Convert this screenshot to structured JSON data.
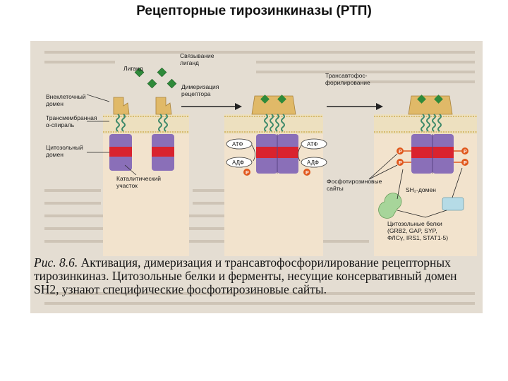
{
  "page": {
    "title": "Рецепторные тирозинкиназы (РТП)"
  },
  "figure": {
    "labels": {
      "ligand": "Лиганд",
      "ligand_binding_1": "Связывание",
      "ligand_binding_2": "лиганд",
      "dimerization_1": "Димеризация",
      "dimerization_2": "рецептора",
      "transautophos_1": "Трансавтофос-",
      "transautophos_2": "форилирование",
      "extracellular_1": "Внеклеточный",
      "extracellular_2": "домен",
      "transmembrane_1": "Трансмембранная",
      "transmembrane_2": "α-спираль",
      "cytosolic_1": "Цитозольный",
      "cytosolic_2": "домен",
      "catalytic_1": "Каталитический",
      "catalytic_2": "участок",
      "atp_left": "АТФ",
      "adp_left": "АДФ",
      "atp_right": "АТФ",
      "adp_right": "АДФ",
      "p": "P",
      "phosphotyrosine_1": "Фосфотирозиновые",
      "phosphotyrosine_2": "сайты",
      "sh2_domain": "SH₂-домен",
      "cytosolic_proteins_1": "Цитозольные белки",
      "cytosolic_proteins_2": "(GRB2, GAP, SYP,",
      "cytosolic_proteins_3": "ФЛСγ, IRS1, STAT1-5)"
    },
    "caption": {
      "number": "Рис. 8.6.",
      "text": "Активация, димеризация и трансавтофосфорилирование рецепторных тирозинкиназ. Цитозольные белки и ферменты, несущие консервативный домен SH2, узнают специфические фосфотирозиновые сайты."
    },
    "colors": {
      "ligand": "#2f8a3a",
      "extracellular": "#e0b968",
      "membrane": "#d9b24a",
      "helix": "#3f8a6a",
      "kinase": "#8a6fb8",
      "kinase_band": "#d9232e",
      "phospho": "#e0581d",
      "sh2_green": "#a7d59a",
      "sh2_blue": "#b5dbe6",
      "cytosol": "#f2e3cd",
      "scan_bg": "#e4ddd2"
    }
  }
}
